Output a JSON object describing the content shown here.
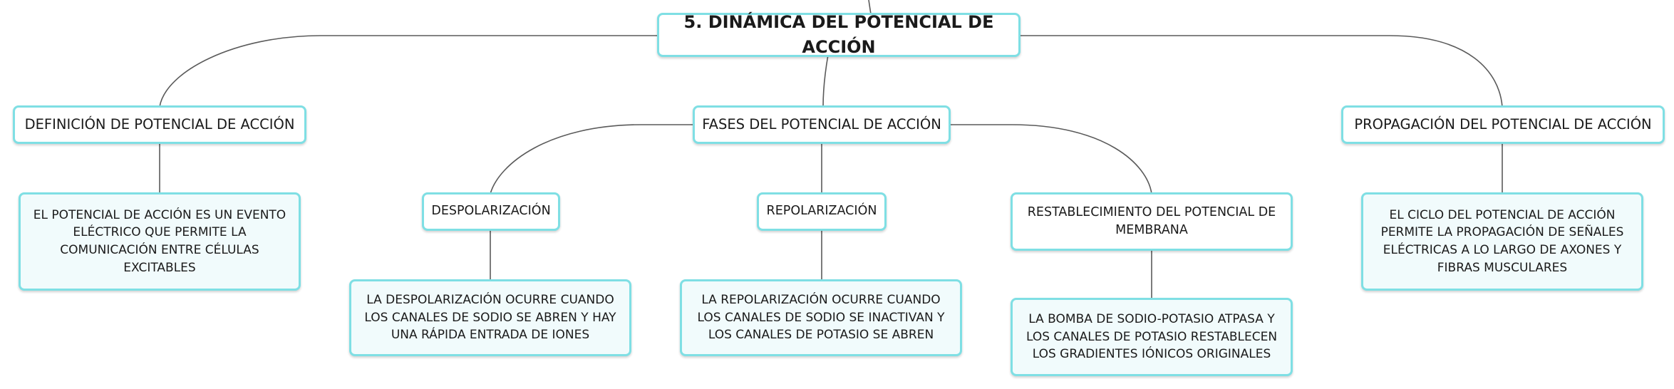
{
  "root": {
    "label": "5. DINÁMICA DEL POTENCIAL DE ACCIÓN"
  },
  "definicion": {
    "label": "DEFINICIÓN DE POTENCIAL DE ACCIÓN",
    "detail": "EL POTENCIAL DE ACCIÓN ES UN EVENTO ELÉCTRICO QUE PERMITE LA COMUNICACIÓN ENTRE CÉLULAS EXCITABLES"
  },
  "fases": {
    "label": "FASES DEL POTENCIAL DE ACCIÓN",
    "despolarizacion": {
      "label": "DESPOLARIZACIÓN",
      "detail": "LA DESPOLARIZACIÓN OCURRE CUANDO LOS CANALES DE SODIO SE ABREN Y HAY UNA RÁPIDA ENTRADA DE IONES"
    },
    "repolarizacion": {
      "label": "REPOLARIZACIÓN",
      "detail": "LA REPOLARIZACIÓN OCURRE CUANDO LOS CANALES DE SODIO SE INACTIVAN Y LOS CANALES DE POTASIO SE ABREN"
    },
    "restablecimiento": {
      "label": "RESTABLECIMIENTO DEL POTENCIAL DE MEMBRANA",
      "detail": "LA BOMBA DE SODIO-POTASIO ATPASA Y LOS CANALES DE POTASIO RESTABLECEN LOS GRADIENTES IÓNICOS ORIGINALES"
    }
  },
  "propagacion": {
    "label": "PROPAGACIÓN DEL POTENCIAL DE ACCIÓN",
    "detail": "EL CICLO DEL POTENCIAL DE ACCIÓN PERMITE LA PROPAGACIÓN DE SEÑALES ELÉCTRICAS A LO LARGO DE AXONES Y FIBRAS MUSCULARES"
  },
  "colors": {
    "node_border": "#7fdfe4",
    "node_fill": "#f1fbfc",
    "connector": "#5a5a5a"
  }
}
